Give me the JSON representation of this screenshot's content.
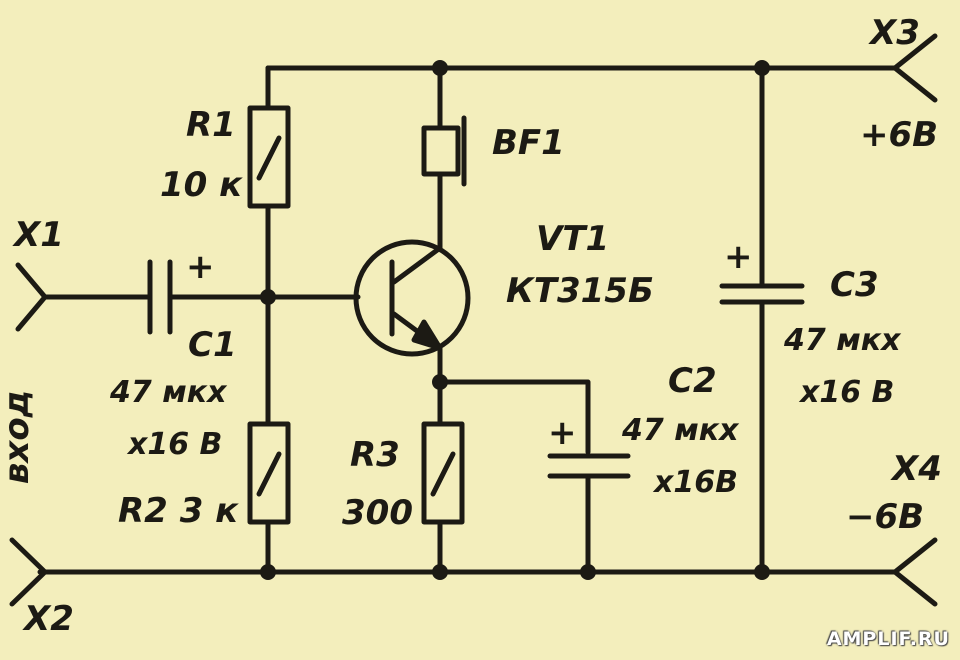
{
  "colors": {
    "background": "#f3eebc",
    "ink": "#1c1a14",
    "watermark": "#ffffff"
  },
  "terminals": {
    "x1": "X1",
    "x2": "X2",
    "x3": "X3",
    "x4": "X4",
    "input_label": "вход",
    "plus_supply": "+6В",
    "minus_supply": "−6В"
  },
  "components": {
    "r1": {
      "ref": "R1",
      "value": "10 к"
    },
    "r2": {
      "ref": "R2",
      "value": "3 к"
    },
    "r3": {
      "ref": "R3",
      "value": "300"
    },
    "c1": {
      "ref": "C1",
      "line1": "47 мкх",
      "line2": "х16 В",
      "plus": "+"
    },
    "c2": {
      "ref": "C2",
      "line1": "47 мкх",
      "line2": "х16В",
      "plus": "+"
    },
    "c3": {
      "ref": "C3",
      "line1": "47 мкх",
      "line2": "х16 В",
      "plus": "+"
    },
    "bf1": {
      "ref": "BF1"
    },
    "vt1": {
      "ref": "VT1",
      "type": "КТ315Б"
    }
  },
  "watermark": "AMPLIF.RU"
}
